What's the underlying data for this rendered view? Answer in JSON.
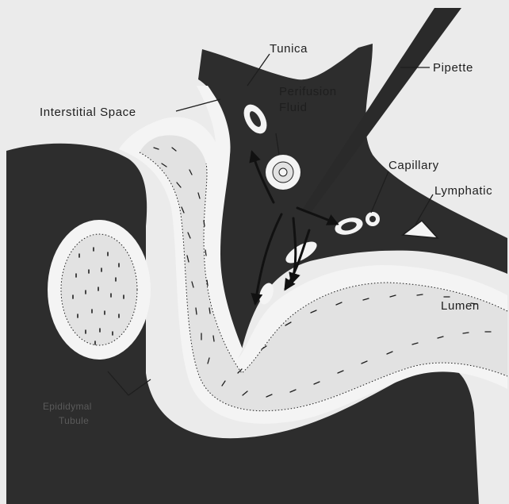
{
  "figure": {
    "labels": {
      "tunica": "Tunica",
      "pipette": "Pipette",
      "interstitial_space": "Interstitial Space",
      "perifusion_fluid_line1": "Perifusion",
      "perifusion_fluid_line2": "Fluid",
      "capillary": "Capillary",
      "lymphatic": "Lymphatic",
      "lumen": "Lumen",
      "epididymal_tubule_line1": "Epididymal",
      "epididymal_tubule_line2": "Tubule"
    },
    "colors": {
      "background": "#ebebeb",
      "tissue_dark": "#2d2d2d",
      "tubule_wall": "#f4f4f4",
      "lumen_fill": "#e2e2e2",
      "ink": "#1e1e1e"
    }
  }
}
